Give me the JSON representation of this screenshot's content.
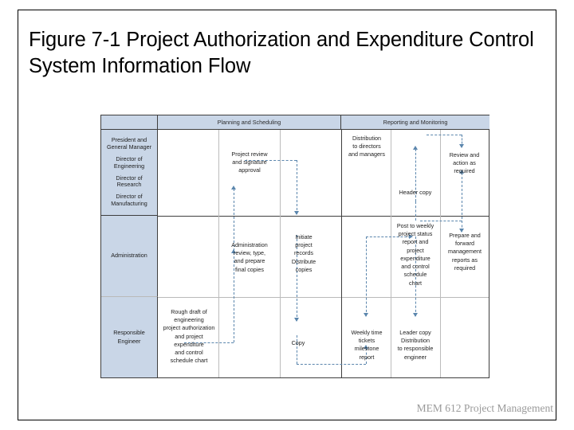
{
  "slide": {
    "title": "Figure 7-1 Project Authorization and Expenditure Control System Information Flow",
    "footer": "MEM 612 Project Management"
  },
  "colors": {
    "header_band": "#c9d6e7",
    "lane_band": "#c9d6e7",
    "arrow": "#5b86ad",
    "grid_dark": "#3e3e3e",
    "grid_light": "#bcbcbc",
    "footer_text": "#9a9a9a"
  },
  "diagram": {
    "column_headers": {
      "corner": "",
      "planning": "Planning and Scheduling",
      "reporting": "Reporting and Monitoring"
    },
    "lanes": [
      {
        "id": "executives",
        "lines": [
          "President and",
          "General Manager",
          "Director of",
          "Engineering",
          "Director of",
          "Research",
          "Director of",
          "Manufacturing"
        ]
      },
      {
        "id": "administration",
        "lines": [
          "Administration"
        ]
      },
      {
        "id": "responsible-engineer",
        "lines": [
          "Responsible",
          "Engineer"
        ]
      }
    ],
    "nodes": [
      {
        "id": "project-review",
        "lines": [
          "Project review",
          "and signature",
          "approval"
        ]
      },
      {
        "id": "distribution-directors",
        "lines": [
          "Distribution",
          "to directors",
          "and managers"
        ]
      },
      {
        "id": "review-action",
        "lines": [
          "Review and",
          "action as",
          "required"
        ]
      },
      {
        "id": "header-copy",
        "lines": [
          "Header copy"
        ]
      },
      {
        "id": "administration-review",
        "lines": [
          "Administration",
          "review, type,",
          "and prepare",
          "final copies"
        ]
      },
      {
        "id": "initiate-project-records",
        "lines": [
          "Initiate",
          "project",
          "records",
          "Distribute",
          "copies"
        ]
      },
      {
        "id": "post-weekly-status",
        "lines": [
          "Post to weekly",
          "project status",
          "report and",
          "project",
          "expenditure",
          "and control",
          "schedule",
          "chart"
        ]
      },
      {
        "id": "prepare-forward-reports",
        "lines": [
          "Prepare and",
          "forward",
          "management",
          "reports as",
          "required"
        ]
      },
      {
        "id": "rough-draft",
        "lines": [
          "Rough draft of",
          "engineering",
          "project authorization",
          "and project",
          "expenditure",
          "and control",
          "schedule chart"
        ]
      },
      {
        "id": "copy",
        "lines": [
          "Copy"
        ]
      },
      {
        "id": "weekly-time-tickets",
        "lines": [
          "Weekly time",
          "tickets",
          "milestone",
          "report"
        ]
      },
      {
        "id": "leader-copy",
        "lines": [
          "Leader copy",
          "Distribution",
          "to responsible",
          "engineer"
        ]
      }
    ]
  }
}
